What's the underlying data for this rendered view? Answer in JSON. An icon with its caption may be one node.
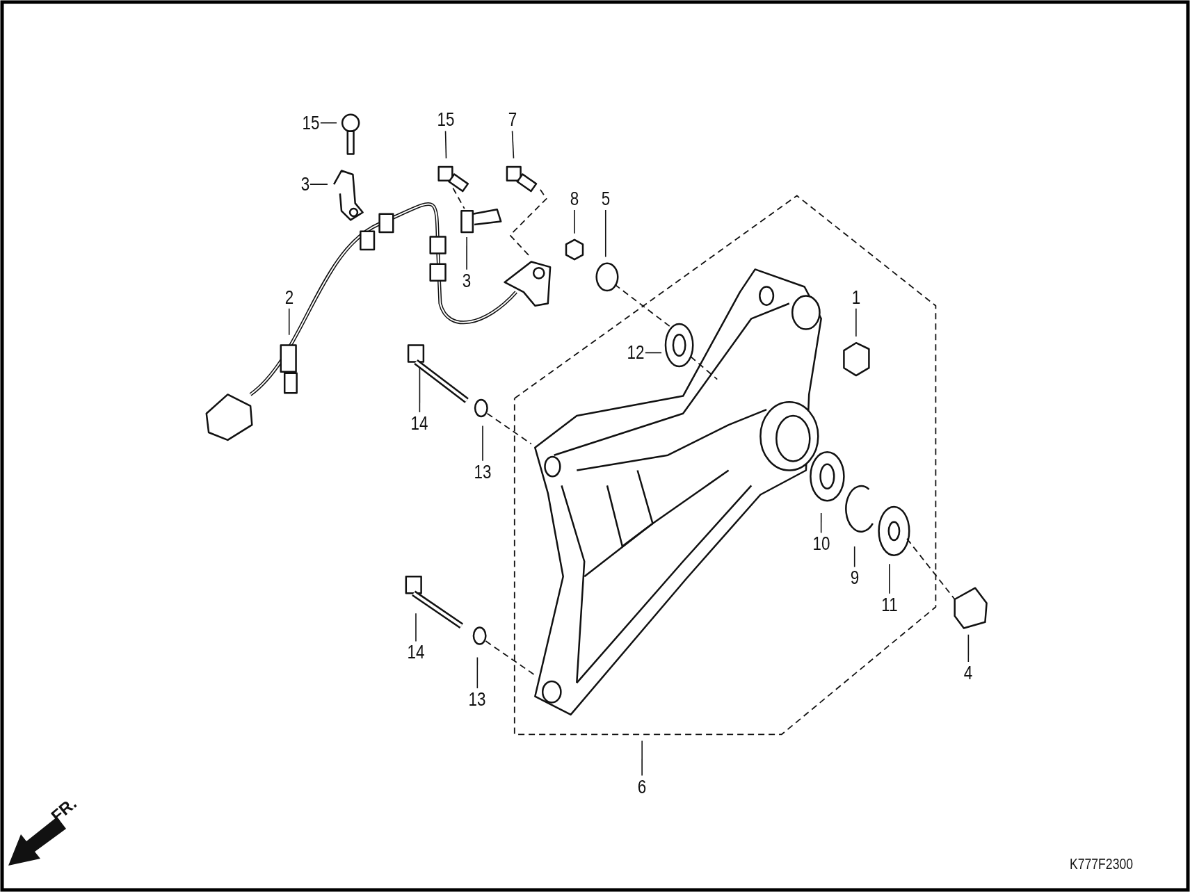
{
  "diagram": {
    "nodes": [
      {
        "text": [
          "15"
        ]
      },
      {
        "text": [
          "15"
        ]
      },
      {
        "text": [
          "7"
        ]
      },
      {
        "text": [
          "3"
        ]
      },
      {
        "text": [
          "8"
        ]
      },
      {
        "text": [
          "5"
        ]
      },
      {
        "text": [
          "3"
        ]
      },
      {
        "text": [
          "2"
        ]
      },
      {
        "text": [
          "1"
        ]
      },
      {
        "text": [
          "12"
        ]
      },
      {
        "text": [
          "14"
        ]
      },
      {
        "text": [
          "13"
        ]
      },
      {
        "text": [
          "10"
        ]
      },
      {
        "text": [
          "9"
        ]
      },
      {
        "text": [
          "11"
        ]
      },
      {
        "text": [
          "14"
        ]
      },
      {
        "text": [
          "4"
        ]
      },
      {
        "text": [
          "13"
        ]
      },
      {
        "text": [
          "6"
        ]
      }
    ],
    "edges": [
      {
        "from": 0,
        "to": null,
        "arrow": "none"
      },
      {
        "from": 1,
        "to": null,
        "arrow": "none"
      },
      {
        "from": 2,
        "to": null,
        "arrow": "none"
      },
      {
        "from": 3,
        "to": null,
        "arrow": "none"
      },
      {
        "from": 4,
        "to": null,
        "arrow": "none"
      },
      {
        "from": 5,
        "to": null,
        "arrow": "none"
      },
      {
        "from": 6,
        "to": null,
        "arrow": "none"
      },
      {
        "from": 7,
        "to": null,
        "arrow": "none"
      },
      {
        "from": 8,
        "to": null,
        "arrow": "none"
      },
      {
        "from": 9,
        "to": null,
        "arrow": "none"
      },
      {
        "from": 10,
        "to": null,
        "arrow": "none"
      },
      {
        "from": 11,
        "to": null,
        "arrow": "none"
      },
      {
        "from": 12,
        "to": null,
        "arrow": "none"
      },
      {
        "from": 13,
        "to": null,
        "arrow": "none"
      },
      {
        "from": 14,
        "to": null,
        "arrow": "none"
      },
      {
        "from": 15,
        "to": null,
        "arrow": "none"
      },
      {
        "from": 16,
        "to": null,
        "arrow": "none"
      },
      {
        "from": 17,
        "to": null,
        "arrow": "none"
      },
      {
        "from": 18,
        "to": null,
        "arrow": "none"
      }
    ],
    "labels": [
      "FR.",
      "K777F2300"
    ]
  }
}
